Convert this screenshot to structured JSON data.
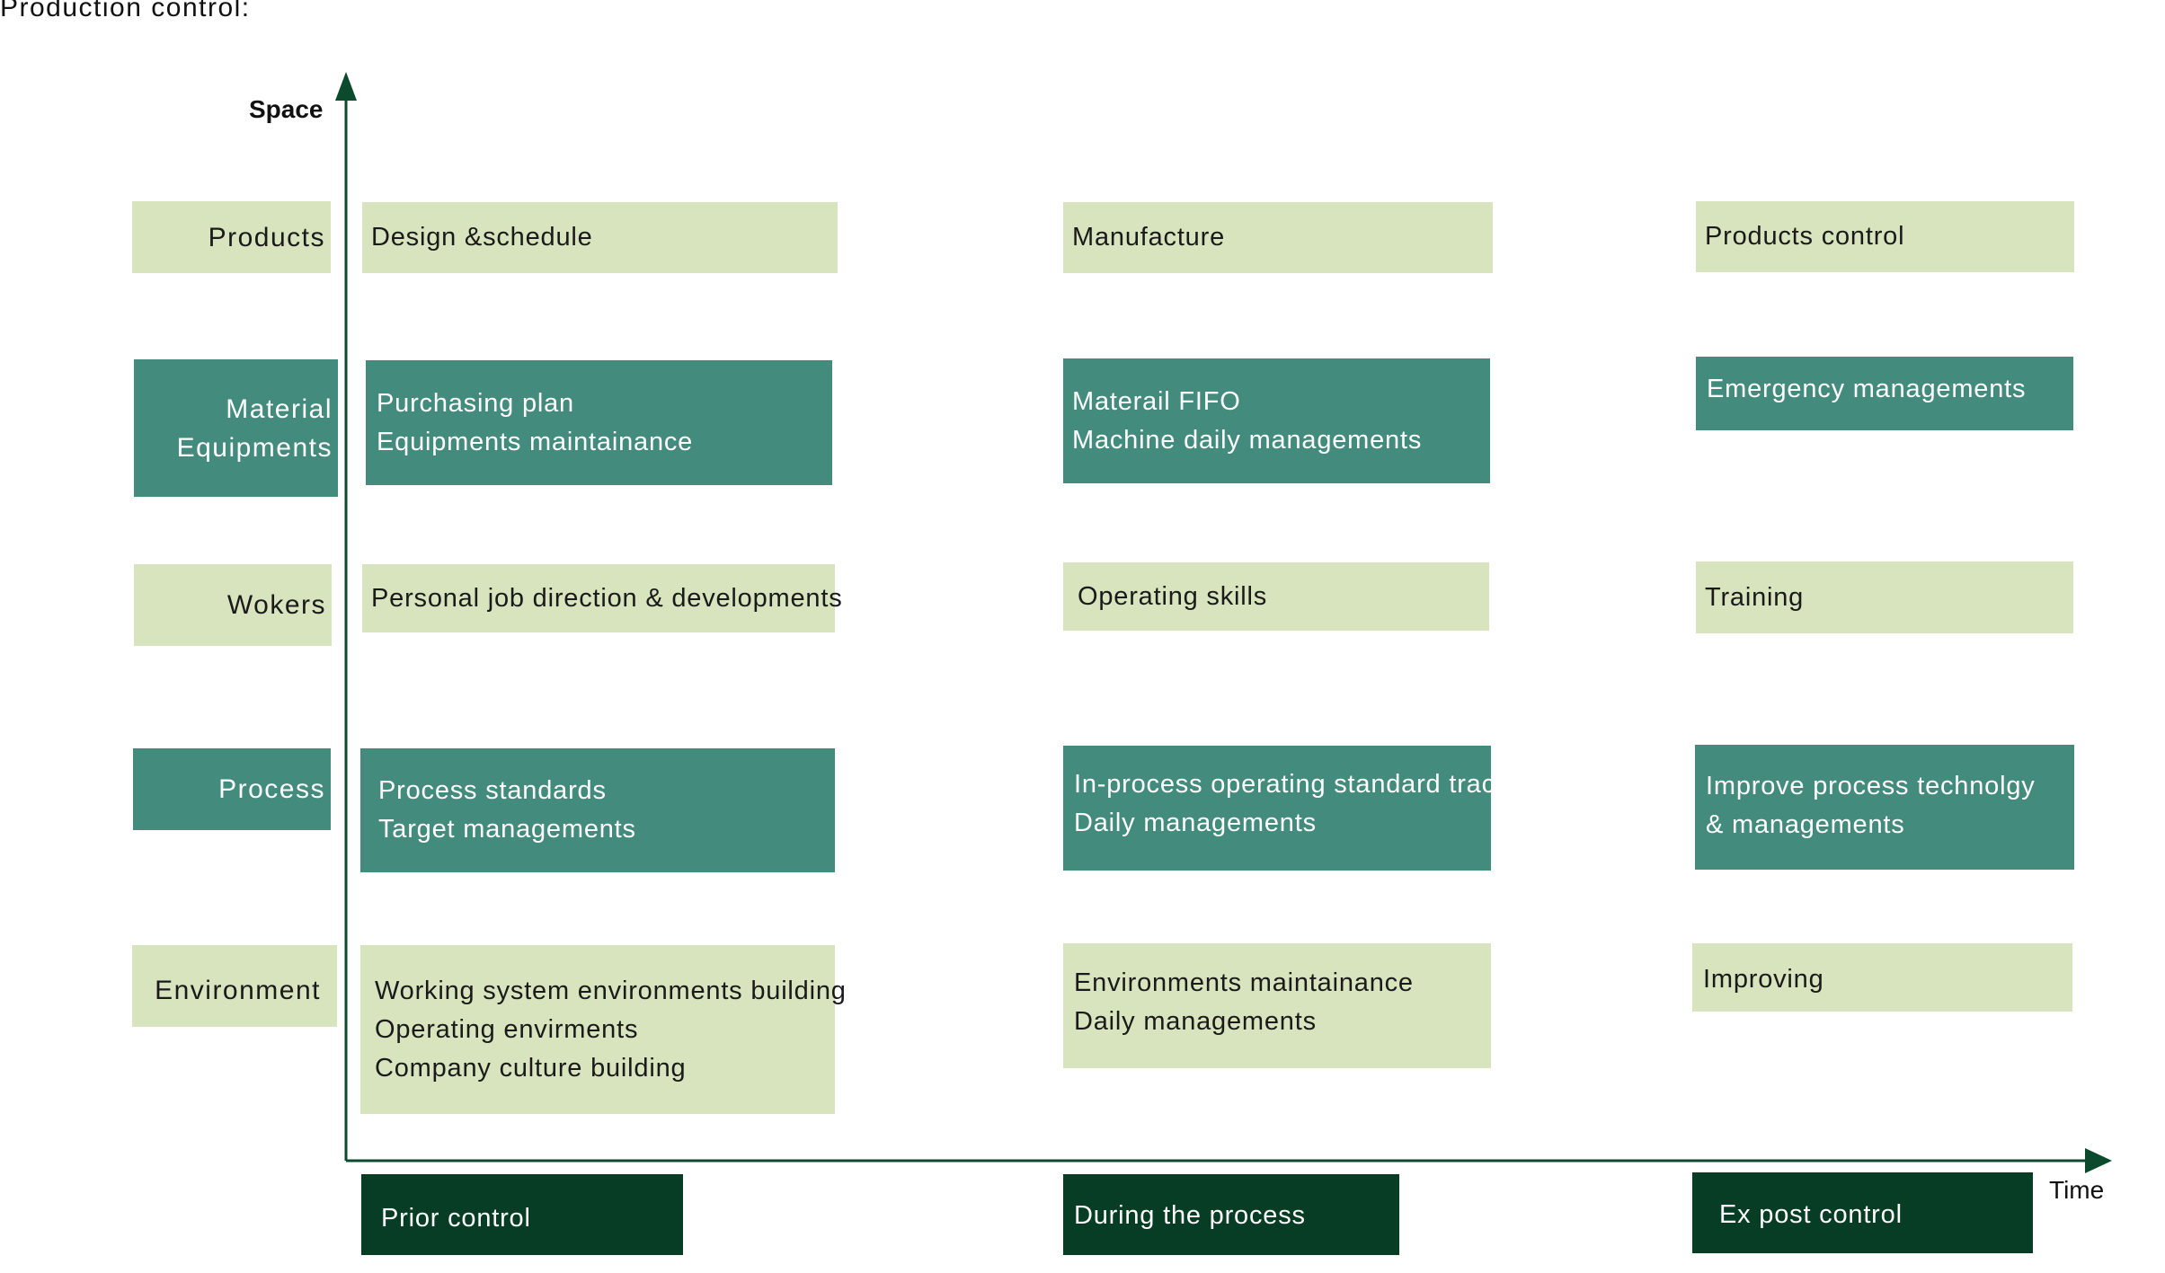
{
  "title": "Production control:",
  "axes": {
    "y_label": "Space",
    "x_label": "Time",
    "color": "#0b4a2c"
  },
  "colors": {
    "light": "#d8e4bd",
    "teal": "#438b7d",
    "dark": "#063d24"
  },
  "rows": [
    {
      "label_lines": [
        "Products"
      ],
      "style": "light",
      "cells": [
        [
          "Design &schedule"
        ],
        [
          "Manufacture"
        ],
        [
          "Products control"
        ]
      ]
    },
    {
      "label_lines": [
        "Material",
        "Equipments"
      ],
      "style": "teal",
      "cells": [
        [
          "Purchasing plan",
          "Equipments maintainance"
        ],
        [
          "Materail FIFO",
          "Machine daily managements"
        ],
        [
          "Emergency managements"
        ]
      ]
    },
    {
      "label_lines": [
        "Wokers"
      ],
      "style": "light",
      "cells": [
        [
          "Personal job direction & developments"
        ],
        [
          "Operating skills"
        ],
        [
          "Training"
        ]
      ]
    },
    {
      "label_lines": [
        "Process"
      ],
      "style": "teal",
      "cells": [
        [
          "Process standards",
          "Target managements"
        ],
        [
          "In-process operating standard track",
          "Daily managements"
        ],
        [
          "Improve process technolgy",
          "& managements"
        ]
      ]
    },
    {
      "label_lines": [
        "Environment"
      ],
      "style": "light",
      "cells": [
        [
          "Working system environments building",
          "Operating envirments",
          "Company culture building"
        ],
        [
          "Environments maintainance",
          "Daily managements"
        ],
        [
          "Improving"
        ]
      ]
    }
  ],
  "phases": [
    "Prior control",
    "During the process",
    "Ex post control"
  ]
}
